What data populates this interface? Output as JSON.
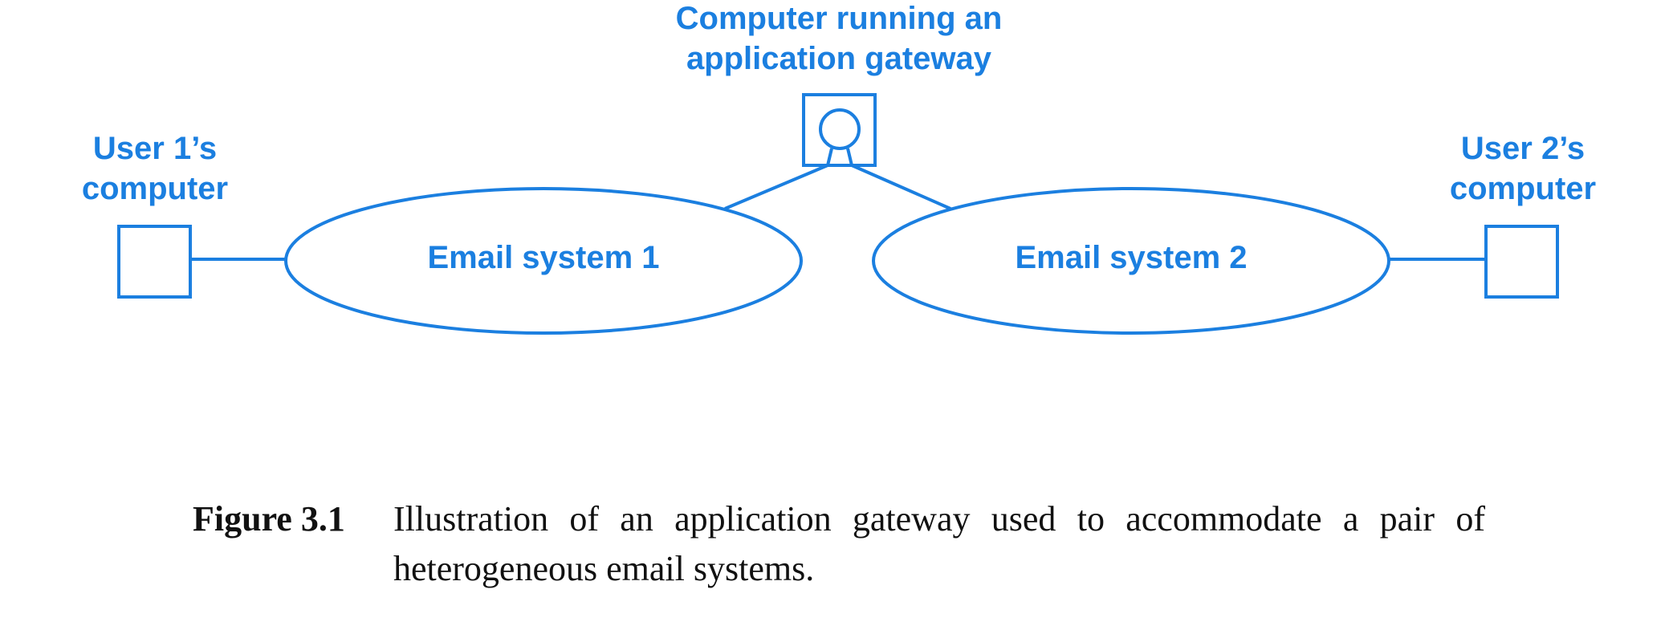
{
  "colors": {
    "diagram_blue": "#1b7fe0",
    "caption_text": "#111111"
  },
  "diagram": {
    "gateway_label_line1": "Computer running an",
    "gateway_label_line2": "application gateway",
    "user1_label_line1": "User 1’s",
    "user1_label_line2": "computer",
    "user2_label_line1": "User 2’s",
    "user2_label_line2": "computer",
    "email_system_1": "Email system 1",
    "email_system_2": "Email system 2"
  },
  "caption": {
    "label": "Figure 3.1",
    "text": "Illustration of an application gateway used to accommodate a pair of heterogeneous email systems."
  }
}
